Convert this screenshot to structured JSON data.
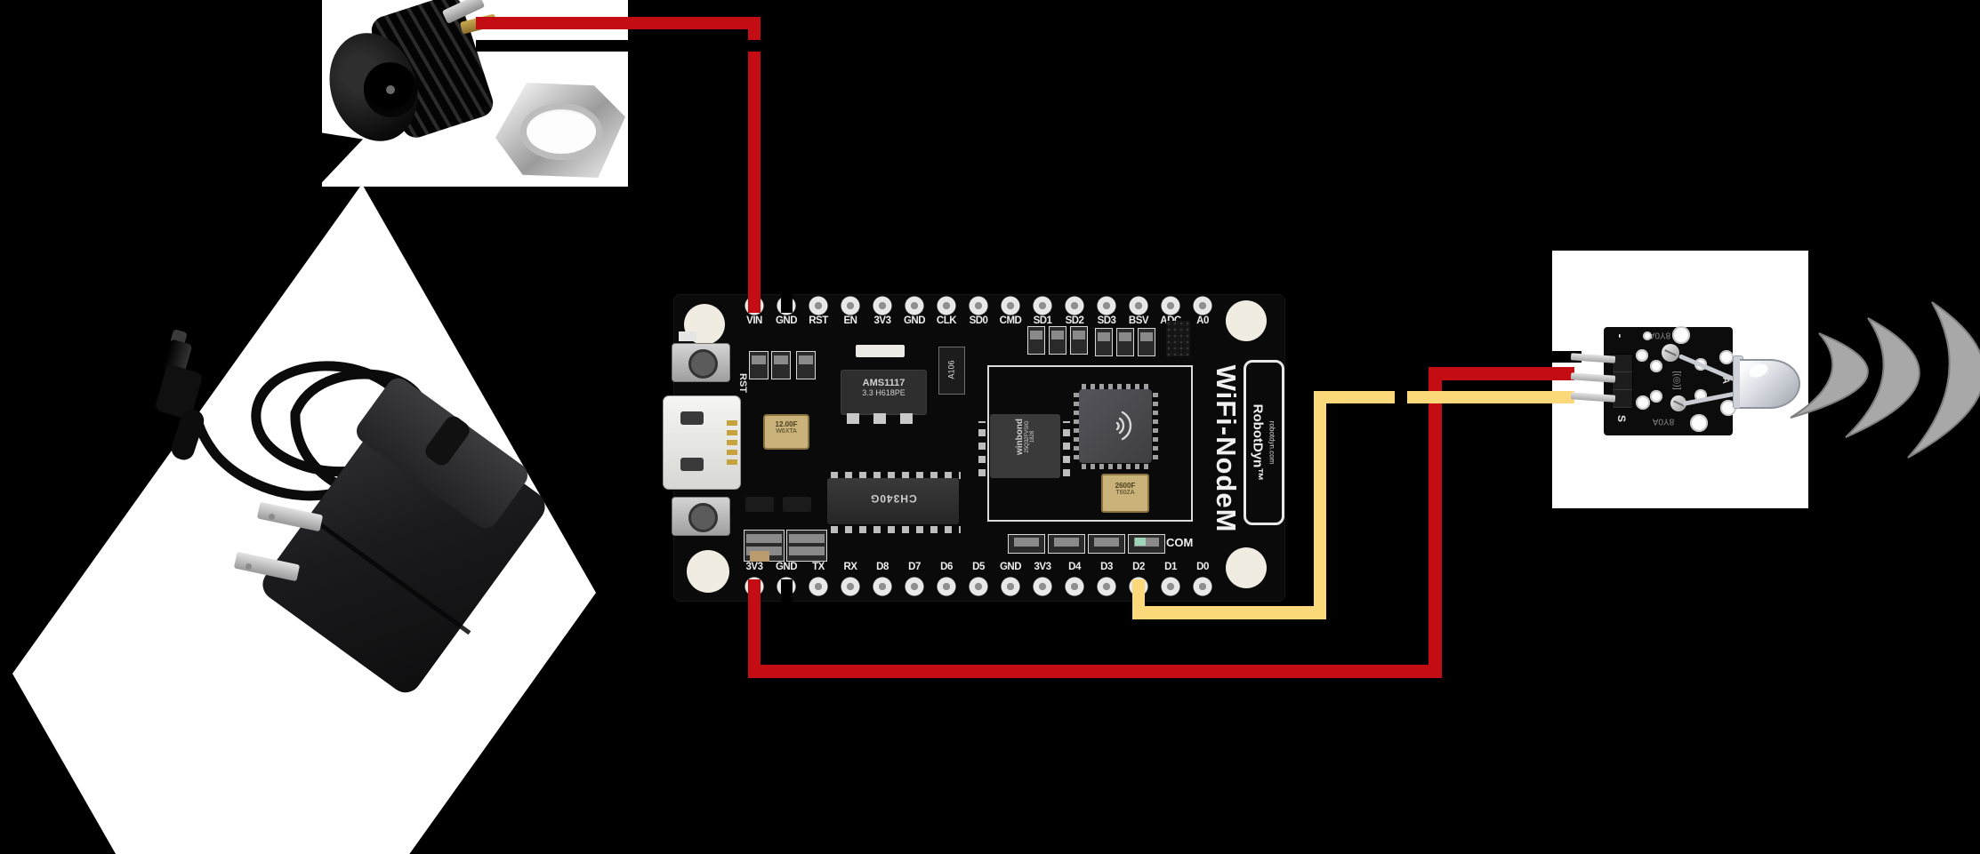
{
  "diagram_type": "wiring-diagram",
  "colors": {
    "background": "#000000",
    "wire_red": "#c40d12",
    "wire_yellow": "#fbd87a",
    "wire_black": "#000000",
    "signal_arc_gray": "#a8a8a8",
    "board_black": "#0a0a0a"
  },
  "board": {
    "pins_top": [
      "VIN",
      "GND",
      "RST",
      "EN",
      "3V3",
      "GND",
      "CLK",
      "SD0",
      "CMD",
      "SD1",
      "SD2",
      "SD3",
      "BSV",
      "ADC",
      "A0"
    ],
    "pins_bottom": [
      "3V3",
      "GND",
      "TX",
      "RX",
      "D8",
      "D7",
      "D6",
      "D5",
      "GND",
      "3V3",
      "D4",
      "D3",
      "D2",
      "D1",
      "D0"
    ],
    "rst_label": "RST",
    "com_label": "COM",
    "brand_vertical": "WiFi-NodeM",
    "logo_title": "RobotDyn™",
    "logo_site": "robotdyn.com",
    "regulator_line1": "AMS1117",
    "regulator_line2": "3.3 H618PE",
    "resistor_label": "A106",
    "crystal_line1": "12.00F",
    "crystal_line2": "W6XTA",
    "usb_chip_label": "CH340G",
    "flash_line1": "winbond",
    "flash_line2": "25Q32FVSIG",
    "flash_line3": "1828",
    "rf_crystal_line1": "2600F",
    "rf_crystal_line2": "T60ZA"
  },
  "ir_module": {
    "neg_label": "-",
    "sig_label": "S",
    "anode_label": "A",
    "pcb_marking": "8Y0A",
    "center_marking": "[(◎)]"
  },
  "wiring": [
    {
      "from": "dc-jack-positive",
      "to": "board-vin",
      "color": "red"
    },
    {
      "from": "dc-jack-negative",
      "to": "board-gnd-top",
      "color": "black"
    },
    {
      "from": "board-3v3-bottom",
      "to": "ir-module-anode",
      "color": "red"
    },
    {
      "from": "board-d2",
      "to": "ir-module-signal",
      "color": "yellow"
    },
    {
      "from": "board-gnd-bottom",
      "to": "ir-module-negative",
      "color": "black"
    }
  ]
}
